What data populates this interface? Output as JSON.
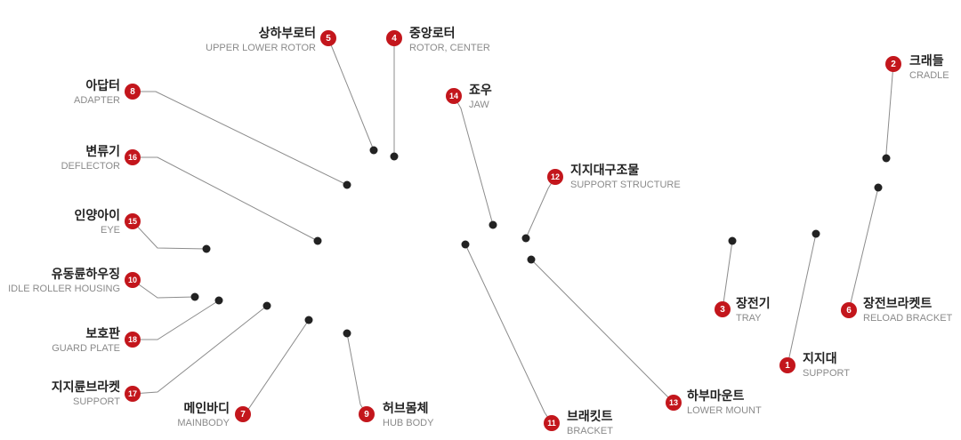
{
  "colors": {
    "badge": "#c3161c",
    "line": "#8c8c8c",
    "dot": "#222222"
  },
  "parts": [
    {
      "num": "1",
      "kr": "지지대",
      "en": "SUPPORT"
    },
    {
      "num": "2",
      "kr": "크래들",
      "en": "CRADLE"
    },
    {
      "num": "3",
      "kr": "장전기",
      "en": "TRAY"
    },
    {
      "num": "4",
      "kr": "중앙로터",
      "en": "ROTOR, CENTER"
    },
    {
      "num": "5",
      "kr": "상하부로터",
      "en": "UPPER LOWER ROTOR"
    },
    {
      "num": "6",
      "kr": "장전브라켓트",
      "en": "RELOAD BRACKET"
    },
    {
      "num": "7",
      "kr": "메인바디",
      "en": "MAINBODY"
    },
    {
      "num": "8",
      "kr": "아답터",
      "en": "ADAPTER"
    },
    {
      "num": "9",
      "kr": "허브몸체",
      "en": "HUB BODY"
    },
    {
      "num": "10",
      "kr": "유동륜하우징",
      "en": "IDLE ROLLER HOUSING"
    },
    {
      "num": "11",
      "kr": "브래킷트",
      "en": "BRACKET"
    },
    {
      "num": "12",
      "kr": "지지대구조물",
      "en": "SUPPORT STRUCTURE"
    },
    {
      "num": "13",
      "kr": "하부마운트",
      "en": "LOWER MOUNT"
    },
    {
      "num": "14",
      "kr": "죠우",
      "en": "JAW"
    },
    {
      "num": "15",
      "kr": "인양아이",
      "en": "EYE"
    },
    {
      "num": "16",
      "kr": "변류기",
      "en": "DEFLECTOR"
    },
    {
      "num": "17",
      "kr": "지지륜브라켓",
      "en": "SUPPORT"
    },
    {
      "num": "18",
      "kr": "보호판",
      "en": "GUARD PLATE"
    }
  ]
}
